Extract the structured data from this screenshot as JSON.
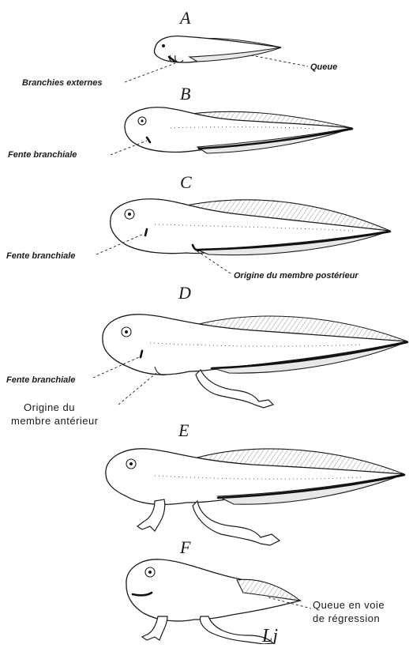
{
  "stages": {
    "a": "A",
    "b": "B",
    "c": "C",
    "d": "D",
    "e": "E",
    "f": "F"
  },
  "labels": {
    "queue": "Queue",
    "branchies_externes": "Branchies externes",
    "fente_b": "Fente branchiale",
    "fente_c": "Fente branchiale",
    "origine_posterieur": "Origine du membre postérieur",
    "fente_d": "Fente branchiale",
    "origine_anterieur_1": "Origine du",
    "origine_anterieur_2": "membre antérieur",
    "queue_regression_1": "Queue en voie",
    "queue_regression_2": "de régression"
  },
  "signature": "Lj"
}
